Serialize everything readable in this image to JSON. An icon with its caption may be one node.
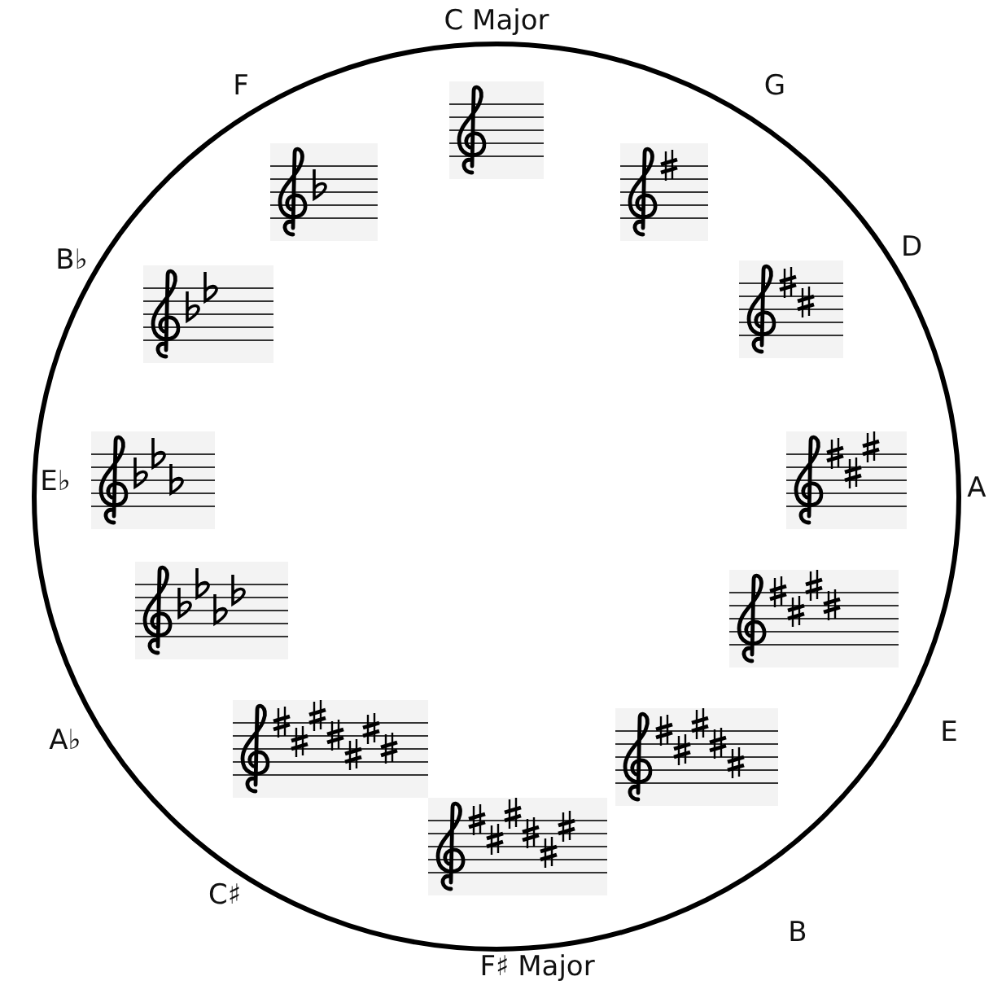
{
  "diagram": {
    "labels": [
      "C Major",
      "F",
      "G",
      "B♭",
      "D",
      "E♭",
      "A",
      "A♭",
      "E",
      "C♯",
      "B",
      "F♯ Major"
    ]
  }
}
